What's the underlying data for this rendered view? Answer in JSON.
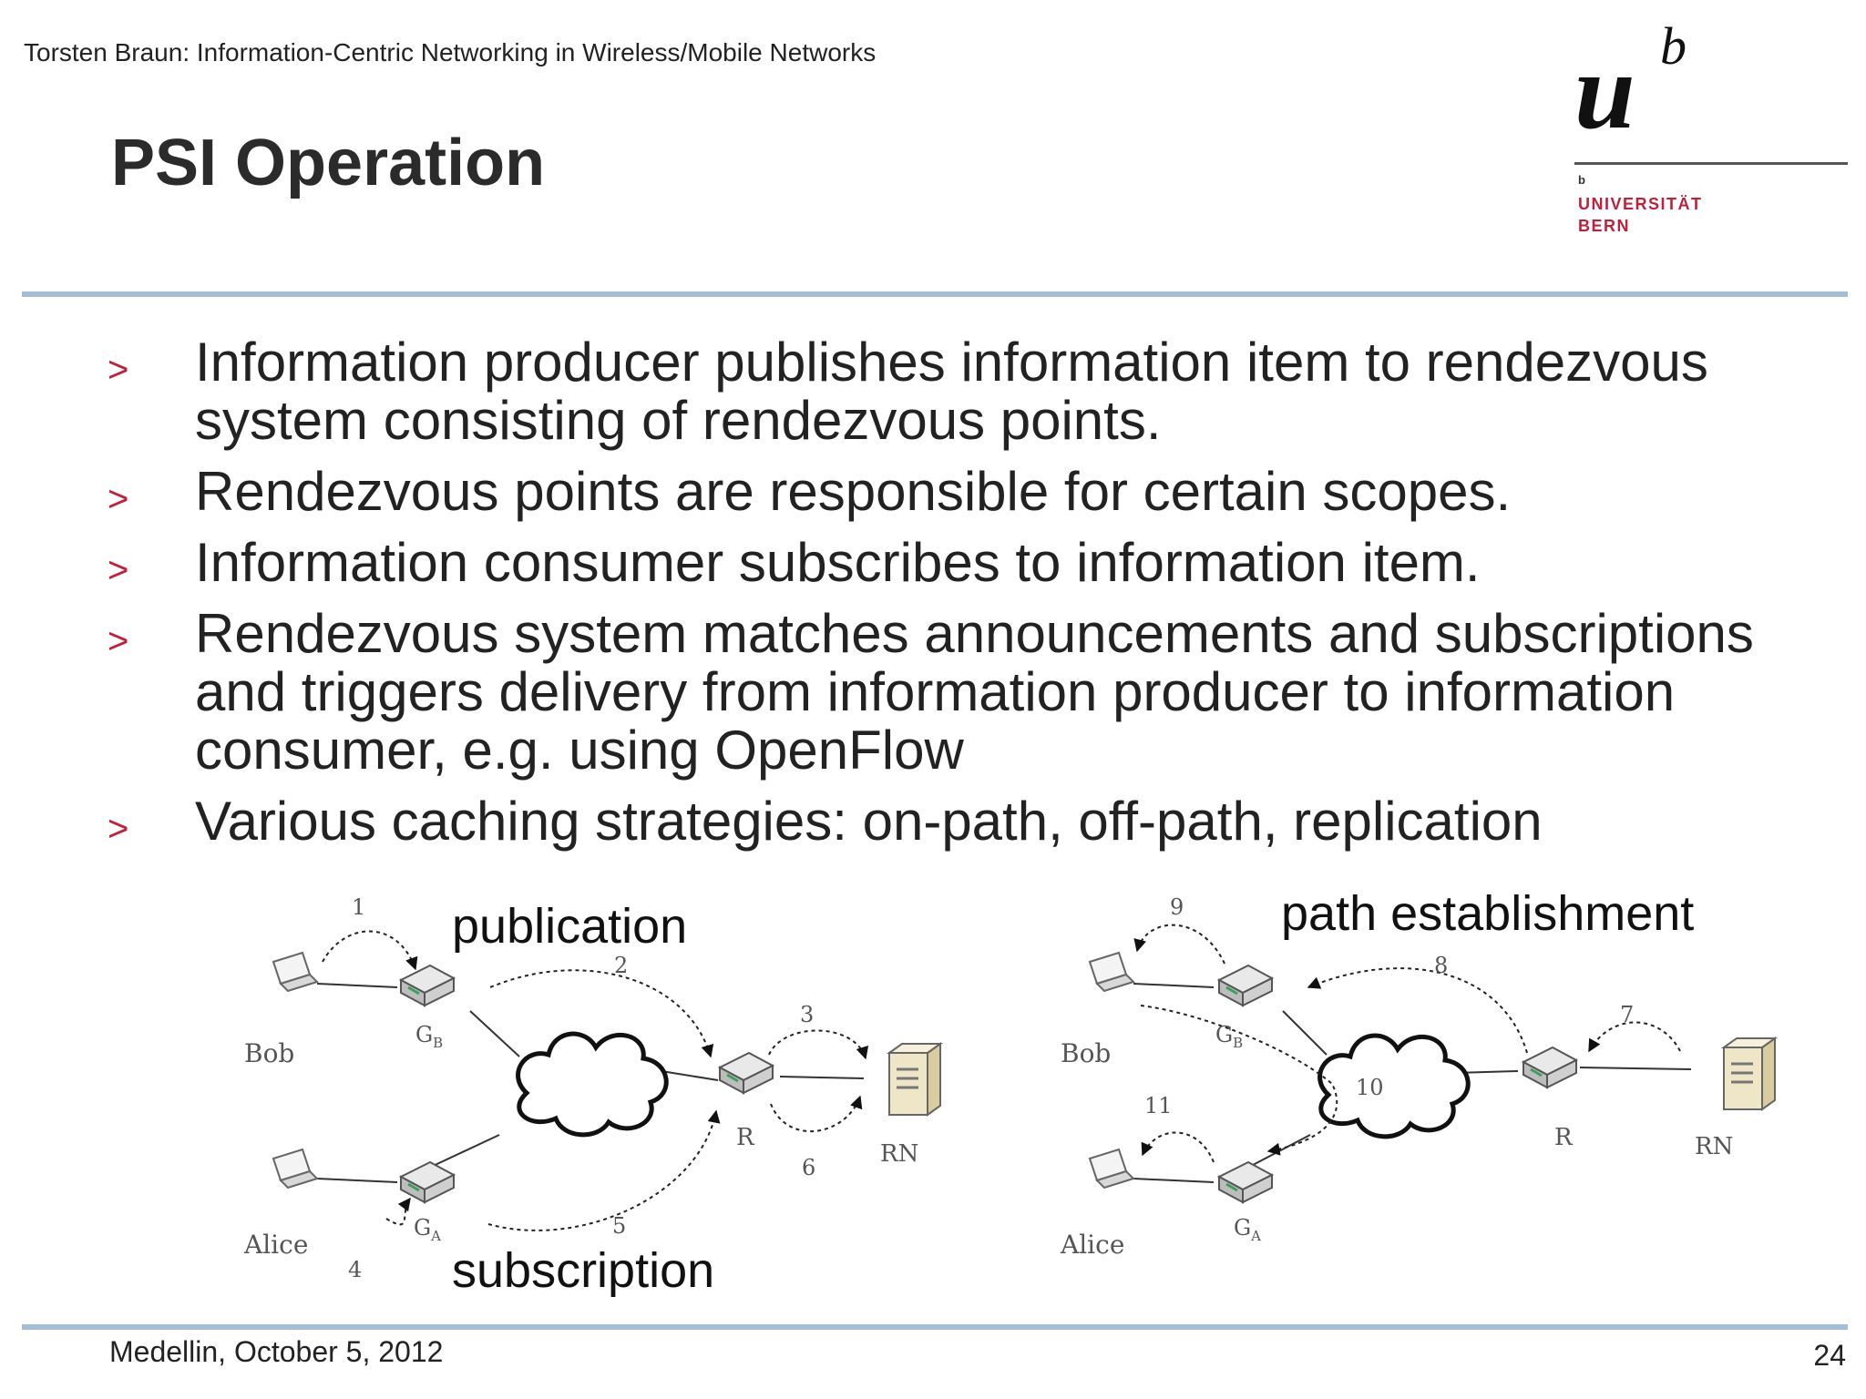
{
  "header": {
    "author_line": "Torsten Braun: Information-Centric Networking in Wireless/Mobile Networks"
  },
  "title": "PSI Operation",
  "logo": {
    "letter_u": "u",
    "superscript_b": "b",
    "small_b": "b",
    "university": "UNIVERSITÄT",
    "city": "BERN"
  },
  "bullets": [
    "Information producer publishes information item to rendezvous system consisting of rendezvous points.",
    "Rendezvous points are responsible for certain scopes.",
    "Information consumer subscribes to information item.",
    "Rendezvous system matches announcements and subscriptions and triggers delivery from information producer to information consumer, e.g. using OpenFlow",
    "Various caching strategies: on-path, off-path, replication"
  ],
  "bullet_marker": ">",
  "diagrams": {
    "left": {
      "label_top": "publication",
      "label_bottom": "subscription",
      "nodes": {
        "bob": "Bob",
        "alice": "Alice",
        "gb": "G",
        "gb_sub": "B",
        "ga": "G",
        "ga_sub": "A",
        "r": "R",
        "rn": "RN"
      },
      "steps": [
        "1",
        "2",
        "3",
        "4",
        "5",
        "6"
      ]
    },
    "right": {
      "label_top": "path establishment",
      "nodes": {
        "bob": "Bob",
        "alice": "Alice",
        "gb": "G",
        "gb_sub": "B",
        "ga": "G",
        "ga_sub": "A",
        "r": "R",
        "rn": "RN"
      },
      "steps": [
        "7",
        "8",
        "9",
        "10",
        "11"
      ]
    }
  },
  "footer": {
    "date": "Medellin, October 5, 2012",
    "page": "24"
  },
  "colors": {
    "accent": "#c0203a",
    "rule": "#a4bed8",
    "title": "#2b2b2b"
  }
}
